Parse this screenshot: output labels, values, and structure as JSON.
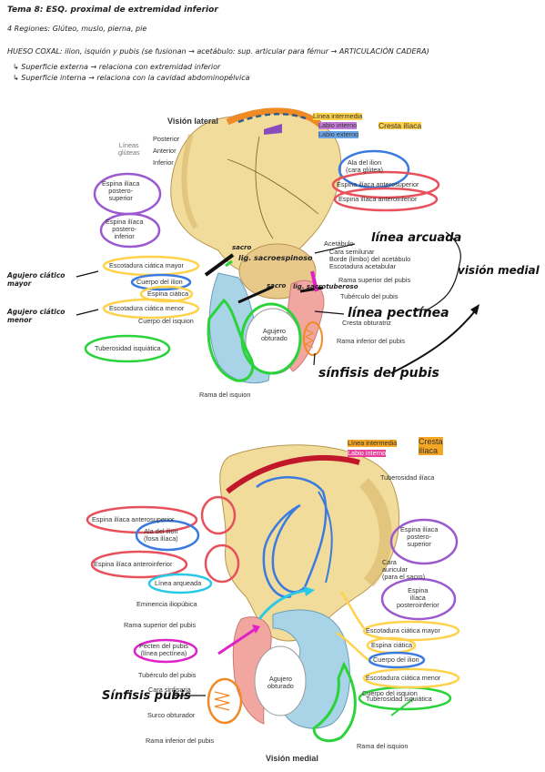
{
  "header": {
    "title": "Tema 8: ESQ. proximal de extremidad inferior",
    "regions": "4 Regiones: Glúteo, muslo, pierna, pie",
    "hueso_coxal": "HUESO COXAL: ilion, isquión y pubis (se fusionan → acetábulo: sup. articular para fémur → ARTICULACIÓN CADERA)",
    "sup_externa": "↳ Superficie externa → relaciona con extremidad inferior",
    "sup_interna": "↳ Superficie interna → relaciona con la cavidad abdominopélvica"
  },
  "figure_lateral": {
    "view_title": "Visión lateral",
    "labels": {
      "linea_intermedia": "Línea intermedia",
      "labio_interno": "Labio interno",
      "labio_externo": "Labio externo",
      "cresta_iliaca": "Cresta ilíaca",
      "lineas_gluteas": "Líneas\nglúteas",
      "posterior": "Posterior",
      "anterior": "Anterior",
      "inferior": "Inferior",
      "ala_ilion": "Ala del ilion\n(cara glútea)",
      "eias": "Espina ilíaca anterosuperior",
      "eiai": "Espina ilíaca anteroinferior",
      "eips": "Espina ilíaca\npostero-\nsuperior",
      "eipi": "Espina ilíaca\npostero-\ninferior",
      "acetabulo": "Acetábulo",
      "cara_semilunar": "Cara semilunar",
      "borde_limbo": "Borde (limbo) del acetábulo",
      "escotadura_acetabular": "Escotadura acetabular",
      "escotadura_ciatica_mayor": "Escotadura ciática mayor",
      "cuerpo_ilion": "Cuerpo del ilion",
      "espina_ciatica": "Espina ciática",
      "escotadura_ciatica_menor": "Escotadura ciática menor",
      "cuerpo_isquion": "Cuerpo del isquion",
      "rama_superior_pubis": "Rama superior del pubis",
      "tuberculo_pubis": "Tubérculo del pubis",
      "agujero_obturado": "Agujero\nobturado",
      "cresta_obturatriz": "Cresta obturatriz",
      "rama_inferior_pubis": "Rama inferior del pubis",
      "tuberosidad_isquiatica": "Tuberosidad isquiática",
      "rama_isquion": "Rama del isquion"
    },
    "handwritten": {
      "sacro1": "sacro",
      "lig_sacroespinoso": "lig. sacroespinoso",
      "sacro2": "sacro",
      "lig_sacrotuberoso": "lig. sacrotuberoso",
      "agujero_ciatico_mayor": "Agujero ciático mayor",
      "agujero_ciatico_menor": "Agujero ciático menor",
      "linea_arcuada": "línea arcuada",
      "vision_medial": "visión medial",
      "linea_pectinea": "línea pectínea",
      "sinfisis_pubis": "sínfisis del pubis"
    }
  },
  "figure_medial": {
    "view_title": "Visión medial",
    "labels": {
      "linea_intermedia": "Línea intermedia",
      "labio_interno": "Labio interno",
      "cresta_iliaca": "Cresta\nilíaca",
      "tuberosidad_iliaca": "Tuberosidad ilíaca",
      "eias": "Espina ilíaca anterosuperior",
      "ala_ilion": "Ala del ilion\n(fosa ilíaca)",
      "eips": "Espina ilíaca\npostero-\nsuperior",
      "cara_auricular": "Cara\nauricular\n(para el sacro)",
      "eiai": "Espina ilíaca anteroinferior",
      "eipi": "Espina\nilíaca\nposteroinferior",
      "linea_arcuada": "Línea arqueada",
      "eminencia_iliopubica": "Eminencia iliopúbica",
      "escotadura_ciatica_mayor": "Escotadura ciática mayor",
      "rama_superior_pubis": "Rama superior del pubis",
      "espina_ciatica": "Espina ciática",
      "pecten_pubis": "Pecten del pubis\n(línea pectínea)",
      "cuerpo_ilion": "Cuerpo del ilion",
      "tuberculo_pubis": "Tubérculo del pubis",
      "escotadura_ciatica_menor": "Escotadura ciática menor",
      "cara_sinfisaria": "Cara sinfisaria",
      "agujero_obturado": "Agujero\nobturado",
      "cuerpo_isquion": "Cuerpo del isquion",
      "surco_obturador": "Surco obturador",
      "tuberosidad_isquiatica": "Tuberosidad isquiática",
      "rama_inferior_pubis": "Rama inferior del pubis",
      "rama_isquion": "Rama del isquion"
    },
    "handwritten": {
      "sinfisis_pubis": "Sínfisis pubis"
    }
  },
  "colors": {
    "bone": "#f2dc9c",
    "bone_shade": "#d9b86a",
    "ischium": "#a9d3e6",
    "pubis": "#f2a6a0",
    "crest_orange": "#f08a24",
    "yellow_hl": "#ffd24a",
    "purple_circle": "#9b59d0",
    "red_circle": "#e8505b",
    "blue_circle": "#3b7be0",
    "green_circle": "#2bd33b",
    "magenta": "#e020c8",
    "cyan": "#28c8e8"
  }
}
